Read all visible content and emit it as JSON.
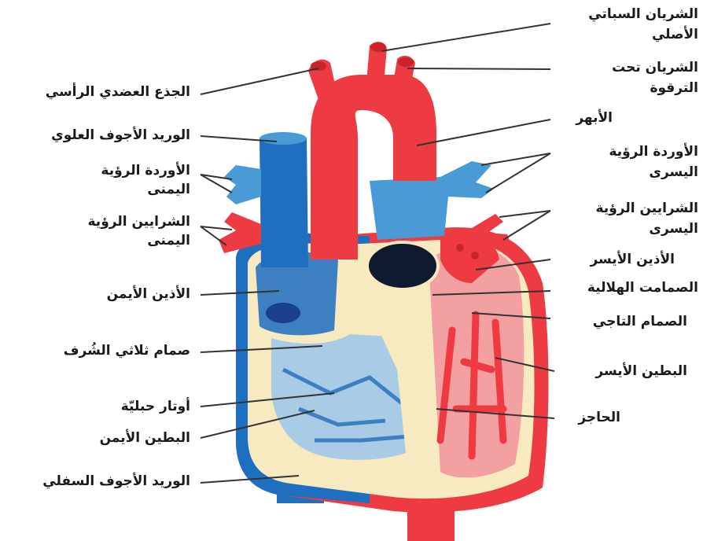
{
  "labels": {
    "brachiocephalic_trunk": "الجذع العضدي الرأسي",
    "superior_vena_cava": "الوريد الأجوف العلوي",
    "right_pulmonary_veins_1": "الأوردة الرؤية",
    "right_pulmonary_veins_2": "اليمنى",
    "right_pulmonary_arteries_1": "الشرايين الرؤية",
    "right_pulmonary_arteries_2": "اليمنى",
    "right_atrium": "الأذين الأيمن",
    "tricuspid_valve": "صمام ثلاثي الشُرف",
    "chordae_tendineae": "أوتار حبليّة",
    "right_ventricle": "البطين الأيمن",
    "inferior_vena_cava": "الوريد الأجوف السفلي",
    "left_common_carotid_1": "الشريان السباتي",
    "left_common_carotid_2": "الأصلي",
    "left_subclavian_1": "الشريان تحت",
    "left_subclavian_2": "الترقوة",
    "aorta": "الأبهر",
    "left_pulmonary_veins_1": "الأوردة الرؤية",
    "left_pulmonary_veins_2": "اليسرى",
    "left_pulmonary_arteries_1": "الشرايين الرؤية",
    "left_pulmonary_arteries_2": "اليسرى",
    "left_atrium": "الأذين الأيسر",
    "semilunar_valve": "الصمامت الهلالية",
    "mitral_valve": "الصمام التاجي",
    "left_ventricle": "البطين الأيسر",
    "septum": "الحاجز"
  },
  "colors": {
    "artery_red": "#ee3a43",
    "dark_red": "#c8242c",
    "vein_blue": "#1f6fc0",
    "light_blue": "#4a9ad6",
    "pale_blue": "#a9cbe6",
    "chamber_blue": "#3d7fc1",
    "wall_cream": "#f7e9c0",
    "navy": "#1b3f8a",
    "pink": "#f3a0a2"
  }
}
